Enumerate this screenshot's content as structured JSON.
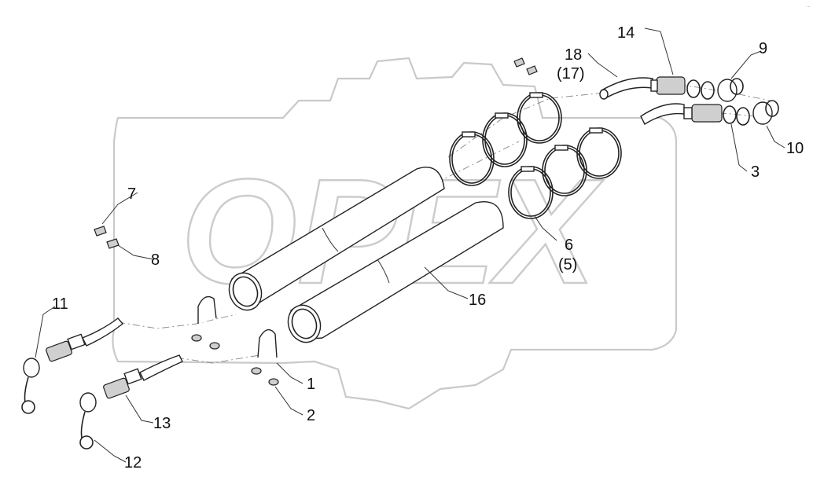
{
  "watermark": {
    "text": "OPEX"
  },
  "corner_mark": "··· ",
  "callouts": [
    {
      "id": "c14",
      "label": "14"
    },
    {
      "id": "c18",
      "label": "18"
    },
    {
      "id": "c17",
      "label": "(17)"
    },
    {
      "id": "c9",
      "label": "9"
    },
    {
      "id": "c10",
      "label": "10"
    },
    {
      "id": "c3",
      "label": "3"
    },
    {
      "id": "c7",
      "label": "7"
    },
    {
      "id": "c8",
      "label": "8"
    },
    {
      "id": "c6",
      "label": "6"
    },
    {
      "id": "c5",
      "label": "(5)"
    },
    {
      "id": "c16",
      "label": "16"
    },
    {
      "id": "c11",
      "label": "11"
    },
    {
      "id": "c1",
      "label": "1"
    },
    {
      "id": "c2",
      "label": "2"
    },
    {
      "id": "c13",
      "label": "13"
    },
    {
      "id": "c12",
      "label": "12"
    }
  ],
  "colors": {
    "line": "#222222",
    "watermark": "#c9c9c9",
    "background": "#ffffff"
  }
}
